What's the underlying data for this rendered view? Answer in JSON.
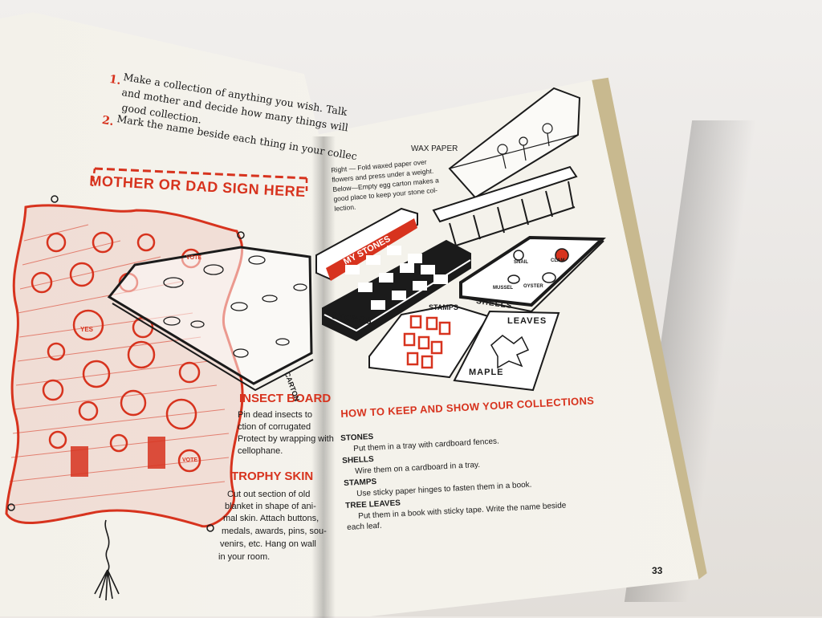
{
  "instructions": {
    "item1_num": "1.",
    "item1_line1": "Make a collection of anything you wish. Talk",
    "item1_line2": "and mother and decide how many things will",
    "item1_line3": "good collection.",
    "item2_num": "2.",
    "item2_line1": "Mark the name beside each thing in your collec"
  },
  "sign_banner": "MOTHER OR DAD SIGN HERE",
  "insect_board": {
    "heading": "INSECT BOARD",
    "line1": "Pin dead insects to",
    "line2": "ction of corrugated",
    "line3": "Protect by wrapping with",
    "line4": "cellophane.",
    "carton_label": "CARTON"
  },
  "trophy_skin": {
    "heading": "TROPHY SKIN",
    "line1": "Cut out section of old",
    "line2": "blanket in shape of ani-",
    "line3": "mal skin. Attach buttons,",
    "line4": "medals, awards, pins, sou-",
    "line5": "venirs, etc. Hang on wall",
    "line6": "in your room."
  },
  "trophy_badges": [
    "VOTE",
    "VOTE",
    "YES"
  ],
  "right_drawing": {
    "wax_paper_label": "WAX PAPER",
    "wax_caption_line1": "Right — Fold waxed paper over",
    "wax_caption_line2": "flowers and press under a weight.",
    "wax_caption_line3": "Below—Empty egg carton makes a",
    "wax_caption_line4": "good place to keep your stone col-",
    "wax_caption_line5": "lection.",
    "my_stones_label": "MY STONES",
    "stones_label": "STONES",
    "stamps_label": "STAMPS",
    "leaves_label": "LEAVES",
    "maple_label": "MAPLE",
    "shells_label": "SHELLS",
    "shell_names": [
      "SNAIL",
      "CLAM",
      "MUSSEL",
      "OYSTER"
    ]
  },
  "keep_show": {
    "heading": "HOW TO KEEP AND SHOW YOUR COLLECTIONS",
    "items": [
      {
        "title": "STONES",
        "text": "Put them in a tray with cardboard fences."
      },
      {
        "title": "SHELLS",
        "text": "Wire them on a cardboard in a tray."
      },
      {
        "title": "STAMPS",
        "text": "Use sticky paper hinges to fasten them in a book."
      },
      {
        "title": "TREE LEAVES",
        "text": "Put them in a book with sticky tape. Write the name beside"
      }
    ],
    "last_line": "each leaf."
  },
  "page_number": "33",
  "colors": {
    "ink_red": "#d7331e",
    "ink_black": "#1b1b1b",
    "paper": "#f5f3ec"
  }
}
